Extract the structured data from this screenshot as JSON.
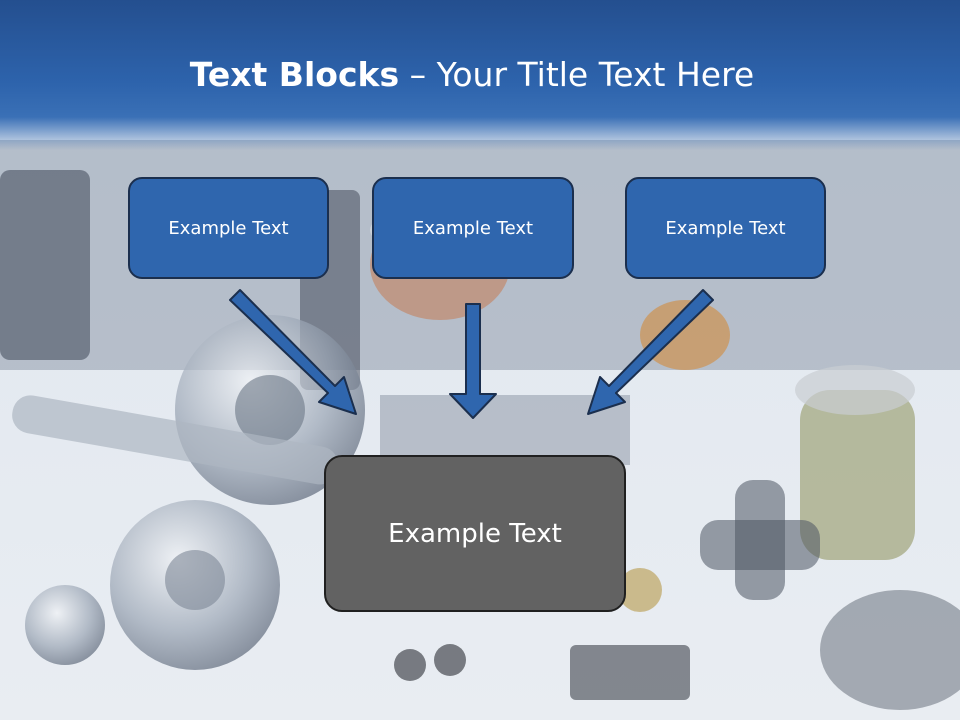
{
  "title": {
    "bold": "Text Blocks",
    "separator": " – ",
    "rest": "Your Title Text Here"
  },
  "blocks": [
    {
      "label": "Example Text"
    },
    {
      "label": "Example Text"
    },
    {
      "label": "Example Text"
    }
  ],
  "target": {
    "label": "Example Text"
  },
  "colors": {
    "title_band": "#2d63ac",
    "block_fill": "#2f66ae",
    "block_border": "#1b2f4e",
    "target_fill": "#626262",
    "arrow_fill": "#2f66ae"
  },
  "icons": {
    "arrow": "down-arrow-icon"
  }
}
